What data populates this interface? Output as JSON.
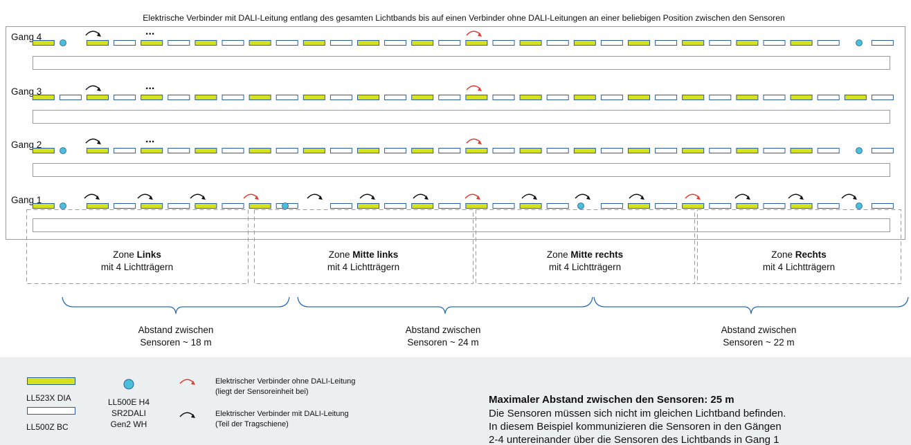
{
  "heading": "Elektrische Verbinder mit DALI-Leitung entlang des gesamten Lichtbands bis auf einen Verbinder ohne DALI-Leitungen an einer beliebigen Position  zwischen den Sensoren",
  "ellipsis": "...",
  "colors": {
    "diaFill": "#d6e21f",
    "diaStroke": "#2a5d9c",
    "bcStroke": "#2a5d9c",
    "sensor": "#49bfd9",
    "redArrow": "#e23a2f",
    "blackArrow": "#111111",
    "zoneDash": "#9a9a9a",
    "brace": "#2a6cb5",
    "legendBg": "#ebeff0",
    "frame": "#9a9a9a"
  },
  "gangs": [
    {
      "label": "Gang 4",
      "sensors": "ends",
      "show_ellipsis": true
    },
    {
      "label": "Gang 3",
      "sensors": "none",
      "show_ellipsis": true
    },
    {
      "label": "Gang 2",
      "sensors": "ends",
      "show_ellipsis": true
    },
    {
      "label": "Gang 1",
      "sensors": "all",
      "show_ellipsis": false
    }
  ],
  "zones": [
    {
      "prefix": "Zone ",
      "name": "Links",
      "sub": "mit 4 Lichtträgern"
    },
    {
      "prefix": "Zone ",
      "name": "Mitte links",
      "sub": "mit 4 Lichtträgern"
    },
    {
      "prefix": "Zone ",
      "name": "Mitte rechts",
      "sub": "mit 4 Lichtträgern"
    },
    {
      "prefix": "Zone ",
      "name": "Rechts",
      "sub": "mit 4 Lichtträgern"
    }
  ],
  "distances": [
    {
      "line1": "Abstand zwischen",
      "line2": "Sensoren ~ 18 m"
    },
    {
      "line1": "Abstand zwischen",
      "line2": "Sensoren ~ 24 m"
    },
    {
      "line1": "Abstand zwischen",
      "line2": "Sensoren ~ 22 m"
    }
  ],
  "legend": {
    "dia_label": "LL523X DIA",
    "bc_label": "LL500Z BC",
    "sensor_label": [
      "LL500E H4",
      "SR2DALI",
      "Gen2 WH"
    ],
    "red_arrow_label": [
      "Elektrischer Verbinder ohne DALI-Leitung",
      "(liegt der Sensoreinheit bei)"
    ],
    "black_arrow_label": [
      "Elektrischer Verbinder mit DALI-Leitung",
      "(Teil der Tragschiene)"
    ],
    "max_title": "Maximaler Abstand zwischen den Sensoren: 25 m",
    "max_body": [
      "Die Sensoren müssen sich nicht im gleichen Lichtband befinden.",
      "In diesem Beispiel kommunizieren die Sensoren in den Gängen",
      "2-4 untereinander über die Sensoren des Lichtbands in Gang 1"
    ]
  }
}
